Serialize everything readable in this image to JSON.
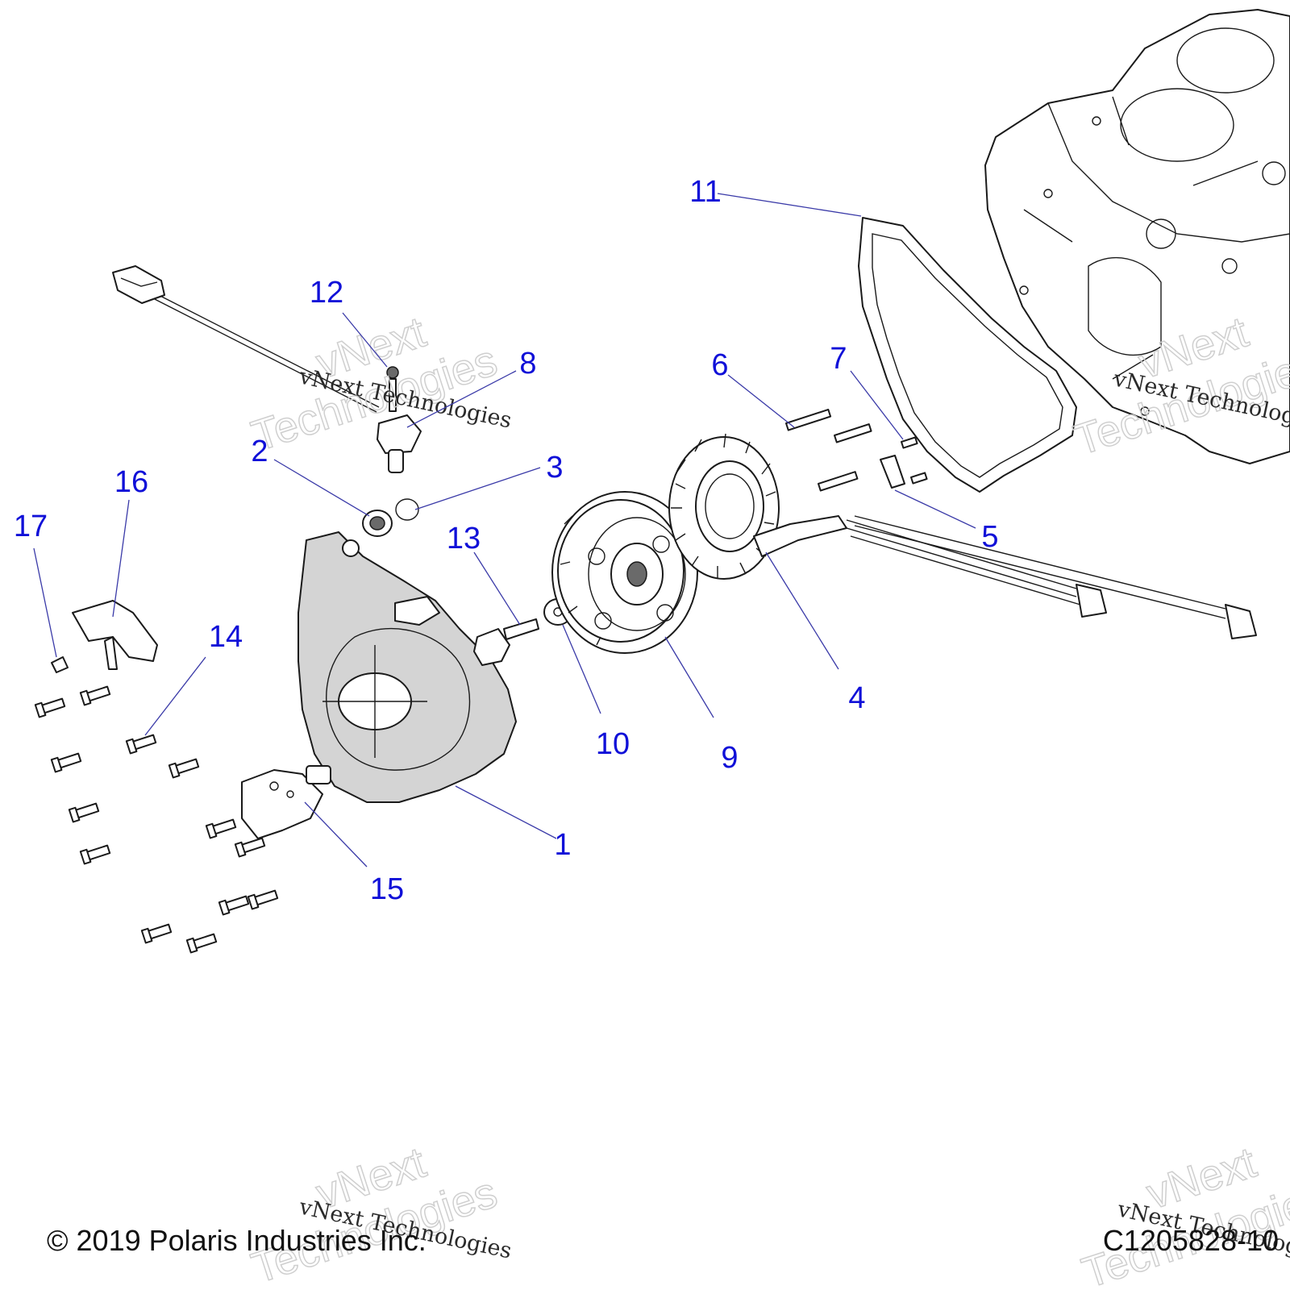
{
  "callouts": [
    {
      "label": "1"
    },
    {
      "label": "2"
    },
    {
      "label": "3"
    },
    {
      "label": "4"
    },
    {
      "label": "5"
    },
    {
      "label": "6"
    },
    {
      "label": "7"
    },
    {
      "label": "8"
    },
    {
      "label": "9"
    },
    {
      "label": "10"
    },
    {
      "label": "11"
    },
    {
      "label": "12"
    },
    {
      "label": "13"
    },
    {
      "label": "14"
    },
    {
      "label": "15"
    },
    {
      "label": "16"
    },
    {
      "label": "17"
    }
  ],
  "watermark": {
    "line1": "vNext",
    "line2": "Technologies",
    "line3": "vNext Technologies"
  },
  "footer": {
    "copyright": "© 2019 Polaris Industries Inc.",
    "code": "C1205828-10"
  },
  "colors": {
    "callout": "#1010d8",
    "leader": "#3a3aa8"
  }
}
